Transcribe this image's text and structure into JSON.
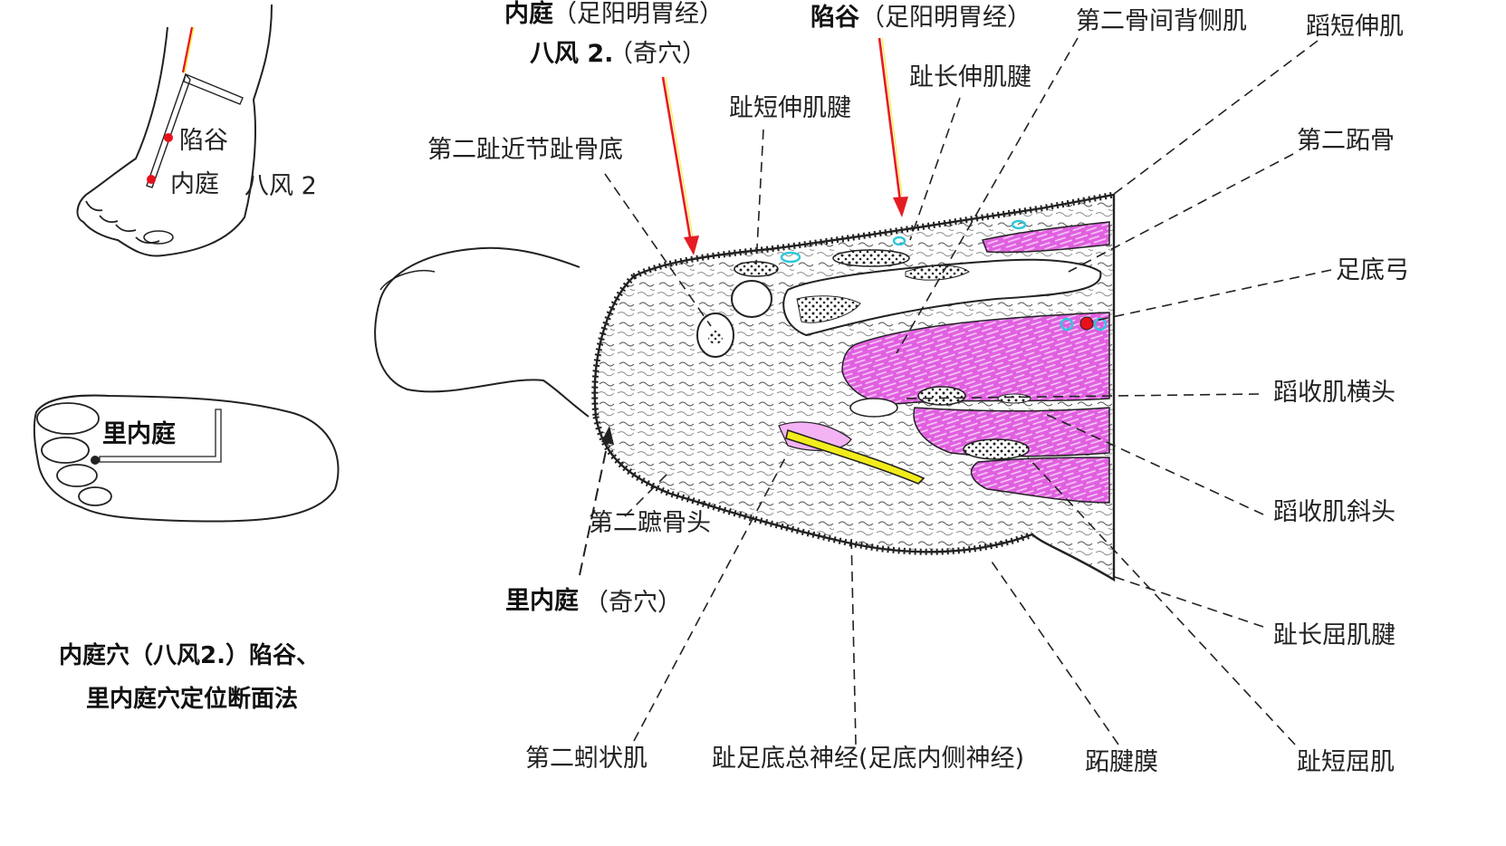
{
  "top_labels": {
    "neiting": "内庭",
    "neiting_meridian": "（足阳明胃经）",
    "bafeng": "八风 2.",
    "bafeng_type": "（奇穴）",
    "xiangu": "陷谷",
    "xiangu_meridian": "（足阳明胃经）"
  },
  "inset_foot": {
    "xiangu": "陷谷",
    "neiting": "内庭",
    "bafeng2": "八风 2"
  },
  "inset_sole": {
    "lineiting": "里内庭"
  },
  "caption": {
    "line1": "内庭穴（八风2.）陷谷、",
    "line2": "里内庭穴定位断面法"
  },
  "section_labels": {
    "second_proximal_phalanx_base": "第二趾近节趾骨底",
    "ext_digitorum_brevis_tendon": "趾短伸肌腱",
    "ext_digitorum_longus_tendon": "趾长伸肌腱",
    "second_dorsal_interosseous": "第二骨间背侧肌",
    "ext_hallucis_brevis": "蹈短伸肌",
    "second_metatarsal": "第二跖骨",
    "plantar_arch": "足底弓",
    "adductor_transverse": "蹈收肌横头",
    "adductor_oblique": "蹈收肌斜头",
    "flex_digitorum_longus_tendon": "趾长屈肌腱",
    "flex_digitorum_brevis": "趾短屈肌",
    "second_metatarsal_head": "第二蹠骨头",
    "lineiting": "里内庭",
    "lineiting_type": "（奇穴）",
    "second_lumbrical": "第二蚓状肌",
    "plantar_digital_nerve": "趾足底总神经(足底内侧神经)",
    "plantar_aponeurosis": "跖腱膜"
  },
  "colors": {
    "muscle": "#e060e0",
    "muscle_light": "#f4b3f4",
    "nerve": "#f2ec1c",
    "vessel": "#30c8dc",
    "point": "#e8101c",
    "arrow": "#e51c23",
    "ink": "#1a1a1a"
  }
}
